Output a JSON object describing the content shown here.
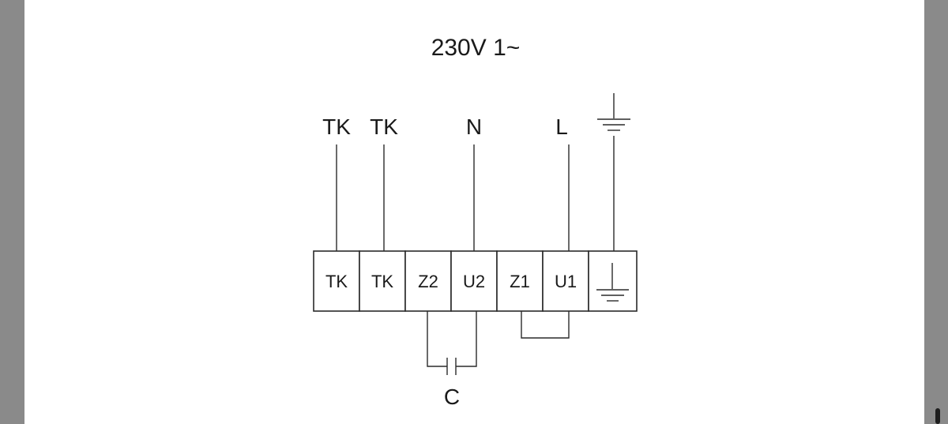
{
  "diagram": {
    "title": "230V 1~",
    "top_labels": [
      "TK",
      "TK",
      "N",
      "L"
    ],
    "terminals": [
      "TK",
      "TK",
      "Z2",
      "U2",
      "Z1",
      "U1"
    ],
    "capacitor_label": "C"
  },
  "icons": {
    "ground_top": "ground-icon",
    "ground_terminal": "ground-icon"
  },
  "colors": {
    "line": "#2a2a2a",
    "background": "#ffffff",
    "frame": "#8a8a8a"
  }
}
